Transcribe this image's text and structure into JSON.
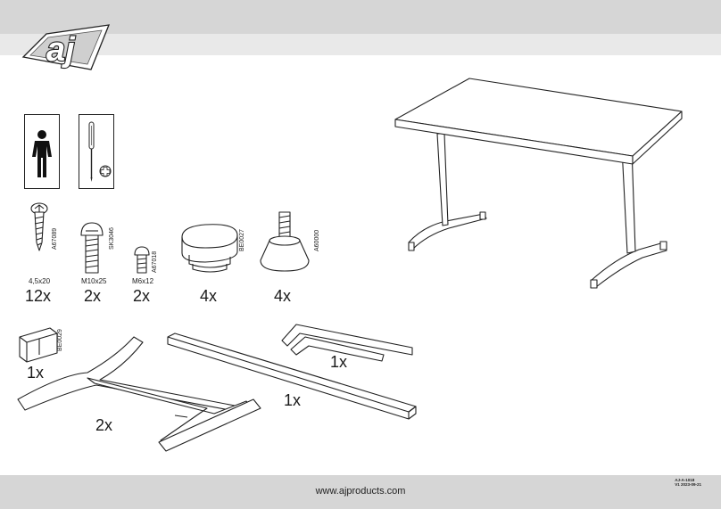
{
  "brand": {
    "logo": "aj",
    "url": "www.ajproducts.com"
  },
  "document": {
    "id": "AJ-A-1018",
    "version": "V1 2023-09-21"
  },
  "tools": [
    {
      "icon": "person-icon"
    },
    {
      "icon": "phillips-screwdriver-icon"
    }
  ],
  "hardware": [
    {
      "code": "A67089",
      "size": "4,5x20",
      "qty": "12x"
    },
    {
      "code": "SK3046",
      "size": "M10x25",
      "qty": "2x"
    },
    {
      "code": "A67018",
      "size": "M6x12",
      "qty": "2x"
    },
    {
      "code": "BE0027",
      "qty": "4x"
    },
    {
      "code": "A60000",
      "qty": "4x"
    }
  ],
  "parts": [
    {
      "code": "BE0029",
      "qty": "1x"
    },
    {
      "qty": "2x"
    },
    {
      "qty": "1x"
    },
    {
      "qty": "1x"
    }
  ]
}
